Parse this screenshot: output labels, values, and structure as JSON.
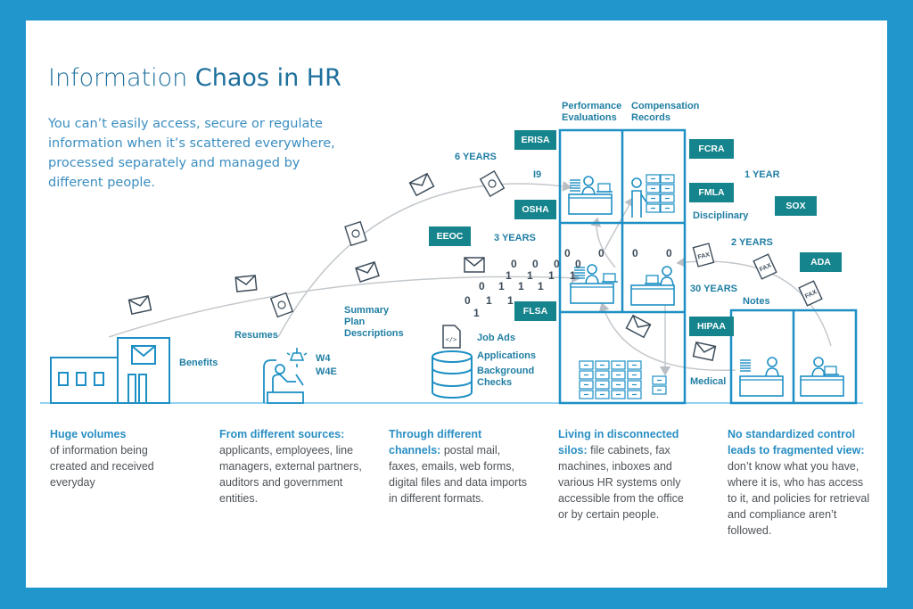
{
  "title": {
    "part1": "Information",
    "part2": "Chaos in HR"
  },
  "subtitle": "You can’t easily access, secure or regulate information when it’s scattered everywhere, processed separately and managed by different people.",
  "labels": {
    "performance": "Performance Evaluations",
    "compensation": "Compensation Records",
    "six_years": "6 YEARS",
    "i9": "I9",
    "three_years": "3 YEARS",
    "one_year": "1 YEAR",
    "disciplinary": "Disciplinary",
    "two_years": "2 YEARS",
    "thirty_years": "30 YEARS",
    "notes": "Notes",
    "medical": "Medical",
    "benefits": "Benefits",
    "resumes": "Resumes",
    "spd": "Summary Plan Descriptions",
    "w4": "W4",
    "w4e": "W4E",
    "job_ads": "Job Ads",
    "applications": "Applications",
    "background": "Background Checks"
  },
  "tags": {
    "erisa": "ERISA",
    "osha": "OSHA",
    "eeoc": "EEOC",
    "flsa": "FLSA",
    "fcra": "FCRA",
    "fmla": "FMLA",
    "sox": "SOX",
    "ada": "ADA",
    "hipaa": "HIPAA"
  },
  "binary": {
    "row1": "0 0 0 0",
    "row2": "0 0 0 0",
    "row3": "1 1 1 1",
    "row4": "0 1 1 1",
    "row5": "0 1 1",
    "row6": "1"
  },
  "columns": [
    {
      "heading": "Huge volumes",
      "text": "of information being created and received everyday"
    },
    {
      "heading": "From different sources:",
      "text": "applicants, employees, line managers, external partners, auditors and government entities."
    },
    {
      "heading": "Through different channels:",
      "text": "postal mail, faxes, emails, web forms, digital files and data imports in different formats."
    },
    {
      "heading": "Living in disconnected silos:",
      "text": "file cabinets, fax machines, inboxes and various HR systems only accessible from the office or by certain people."
    },
    {
      "heading": "No standardized control leads to fragmented view:",
      "text": "don’t know what you have, where it is, who has access to it, and policies for retrieval and compliance aren’t followed."
    }
  ],
  "colors": {
    "frame": "#2196cc",
    "teal_tag": "#15848d",
    "line_blue": "#2a9fd0",
    "heading_blue": "#2a8fc4"
  },
  "icons": [
    "envelope-icon",
    "fax-icon",
    "database-icon",
    "document-code-icon",
    "lamp-icon",
    "person-at-desk-icon",
    "file-cabinet-icon"
  ]
}
